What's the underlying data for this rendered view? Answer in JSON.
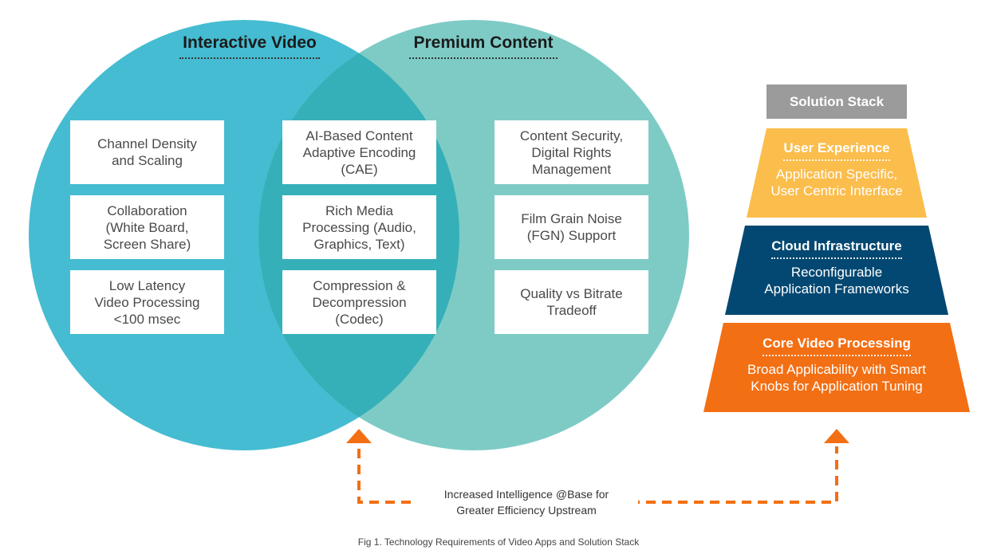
{
  "venn": {
    "left_title": "Interactive Video",
    "right_title": "Premium Content",
    "left_color": "#45bcd1",
    "right_color": "#7ecbc6",
    "overlap_color": "#36b0b8",
    "left_items": [
      "Channel Density\nand Scaling",
      "Collaboration\n(White Board,\nScreen Share)",
      "Low Latency\nVideo Processing\n<100 msec"
    ],
    "center_items": [
      "AI-Based Content\nAdaptive Encoding\n(CAE)",
      "Rich Media\nProcessing (Audio,\nGraphics, Text)",
      "Compression &\nDecompression\n(Codec)"
    ],
    "right_items": [
      "Content Security,\nDigital Rights\nManagement",
      "Film Grain Noise\n(FGN) Support",
      "Quality vs Bitrate\nTradeoff"
    ]
  },
  "stack": {
    "header": "Solution Stack",
    "header_color": "#9b9b9b",
    "tiers": [
      {
        "title": "User Experience",
        "desc": "Application Specific,\nUser Centric Interface",
        "color": "#fbbd4c"
      },
      {
        "title": "Cloud Infrastructure",
        "desc": "Reconfigurable\nApplication Frameworks",
        "color": "#034872"
      },
      {
        "title": "Core Video Processing",
        "desc": "Broad Applicability with Smart\nKnobs for Application Tuning",
        "color": "#f36f13"
      }
    ]
  },
  "arrow": {
    "label": "Increased Intelligence @Base for\nGreater Efficiency Upstream",
    "color": "#f36f13"
  },
  "caption": "Fig 1. Technology Requirements of Video Apps and Solution Stack"
}
